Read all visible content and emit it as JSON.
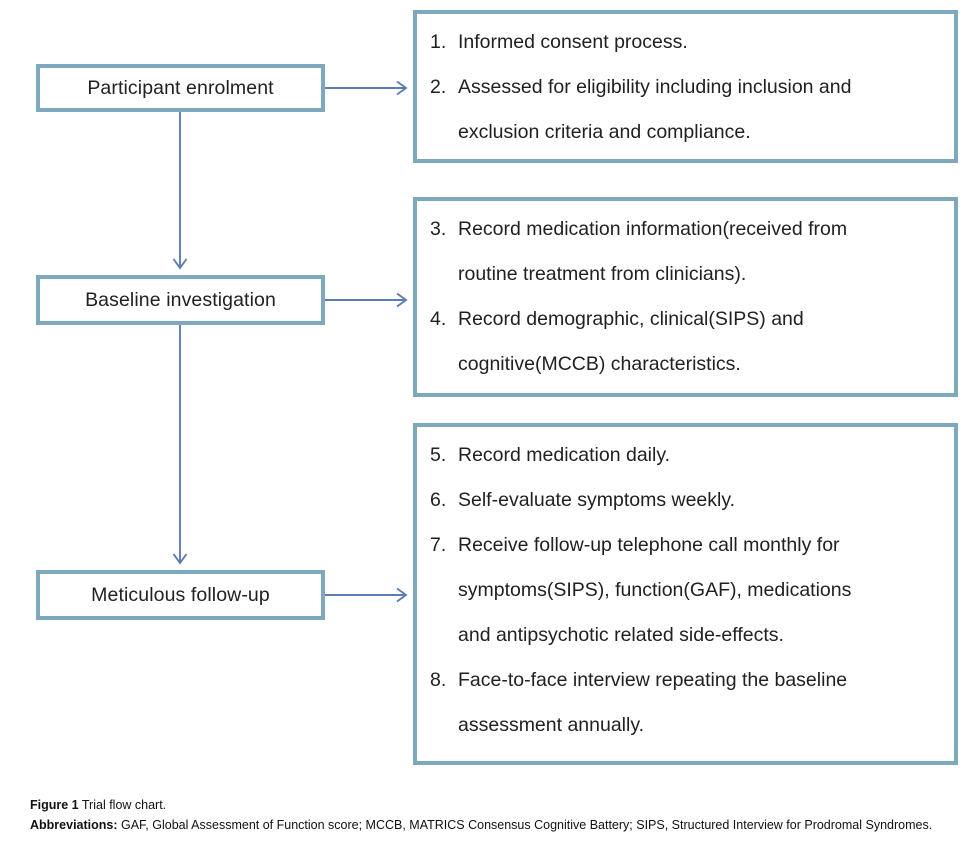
{
  "colors": {
    "box_border": "#7ea9bc",
    "arrow": "#5d7cb2",
    "text": "#212121",
    "background": "#ffffff"
  },
  "stages": [
    {
      "label": "Participant enrolment"
    },
    {
      "label": "Baseline investigation"
    },
    {
      "label": "Meticulous follow-up"
    }
  ],
  "detail_boxes": [
    {
      "items": [
        {
          "num": "1.",
          "lines": [
            "Informed consent process."
          ]
        },
        {
          "num": "2.",
          "lines": [
            "Assessed for eligibility including inclusion and",
            "exclusion criteria and compliance."
          ]
        }
      ]
    },
    {
      "items": [
        {
          "num": "3.",
          "lines": [
            "Record medication information(received from",
            "routine treatment from clinicians)."
          ]
        },
        {
          "num": "4.",
          "lines": [
            "Record demographic, clinical(SIPS) and",
            "cognitive(MCCB) characteristics."
          ]
        }
      ]
    },
    {
      "items": [
        {
          "num": "5.",
          "lines": [
            "Record medication daily."
          ]
        },
        {
          "num": "6.",
          "lines": [
            "Self-evaluate symptoms weekly."
          ]
        },
        {
          "num": "7.",
          "lines": [
            "Receive follow-up telephone call monthly for",
            "symptoms(SIPS), function(GAF), medications",
            "and antipsychotic related side-effects."
          ]
        },
        {
          "num": "8.",
          "lines": [
            "Face-to-face interview repeating the baseline",
            "assessment annually."
          ]
        }
      ]
    }
  ],
  "caption": {
    "figure_label": "Figure 1",
    "figure_text": "Trial flow chart.",
    "abbreviations_label": "Abbreviations:",
    "abbreviations_text": "GAF, Global Assessment of Function score; MCCB, MATRICS Consensus Cognitive Battery; SIPS, Structured Interview for Prodromal Syndromes."
  }
}
